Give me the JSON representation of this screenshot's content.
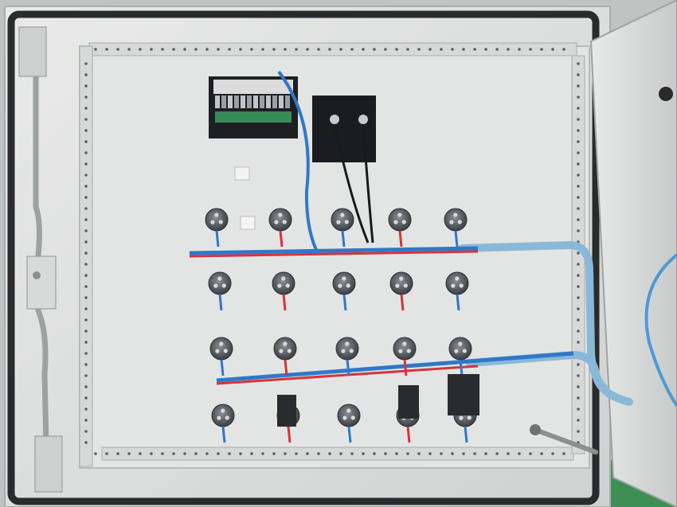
{
  "scene": {
    "description_free": true,
    "colors": {
      "cabinet": "#dcdedd",
      "panel": "#e3e5e4",
      "gasket": "#2a2b2d",
      "wire_red": "#d8323a",
      "wire_blue": "#2f78c8",
      "conduit": "#8ab8d8",
      "connector": "#4a4d52",
      "module_dark": "#1e1f22",
      "terminal_green": "#3a8a5a",
      "floor_green": "#3d8f54",
      "wall": "#b8bcbb"
    },
    "counts": {
      "top_connector_rows": 2,
      "connectors_per_row": 5,
      "bottom_connector_rows": 2
    }
  }
}
